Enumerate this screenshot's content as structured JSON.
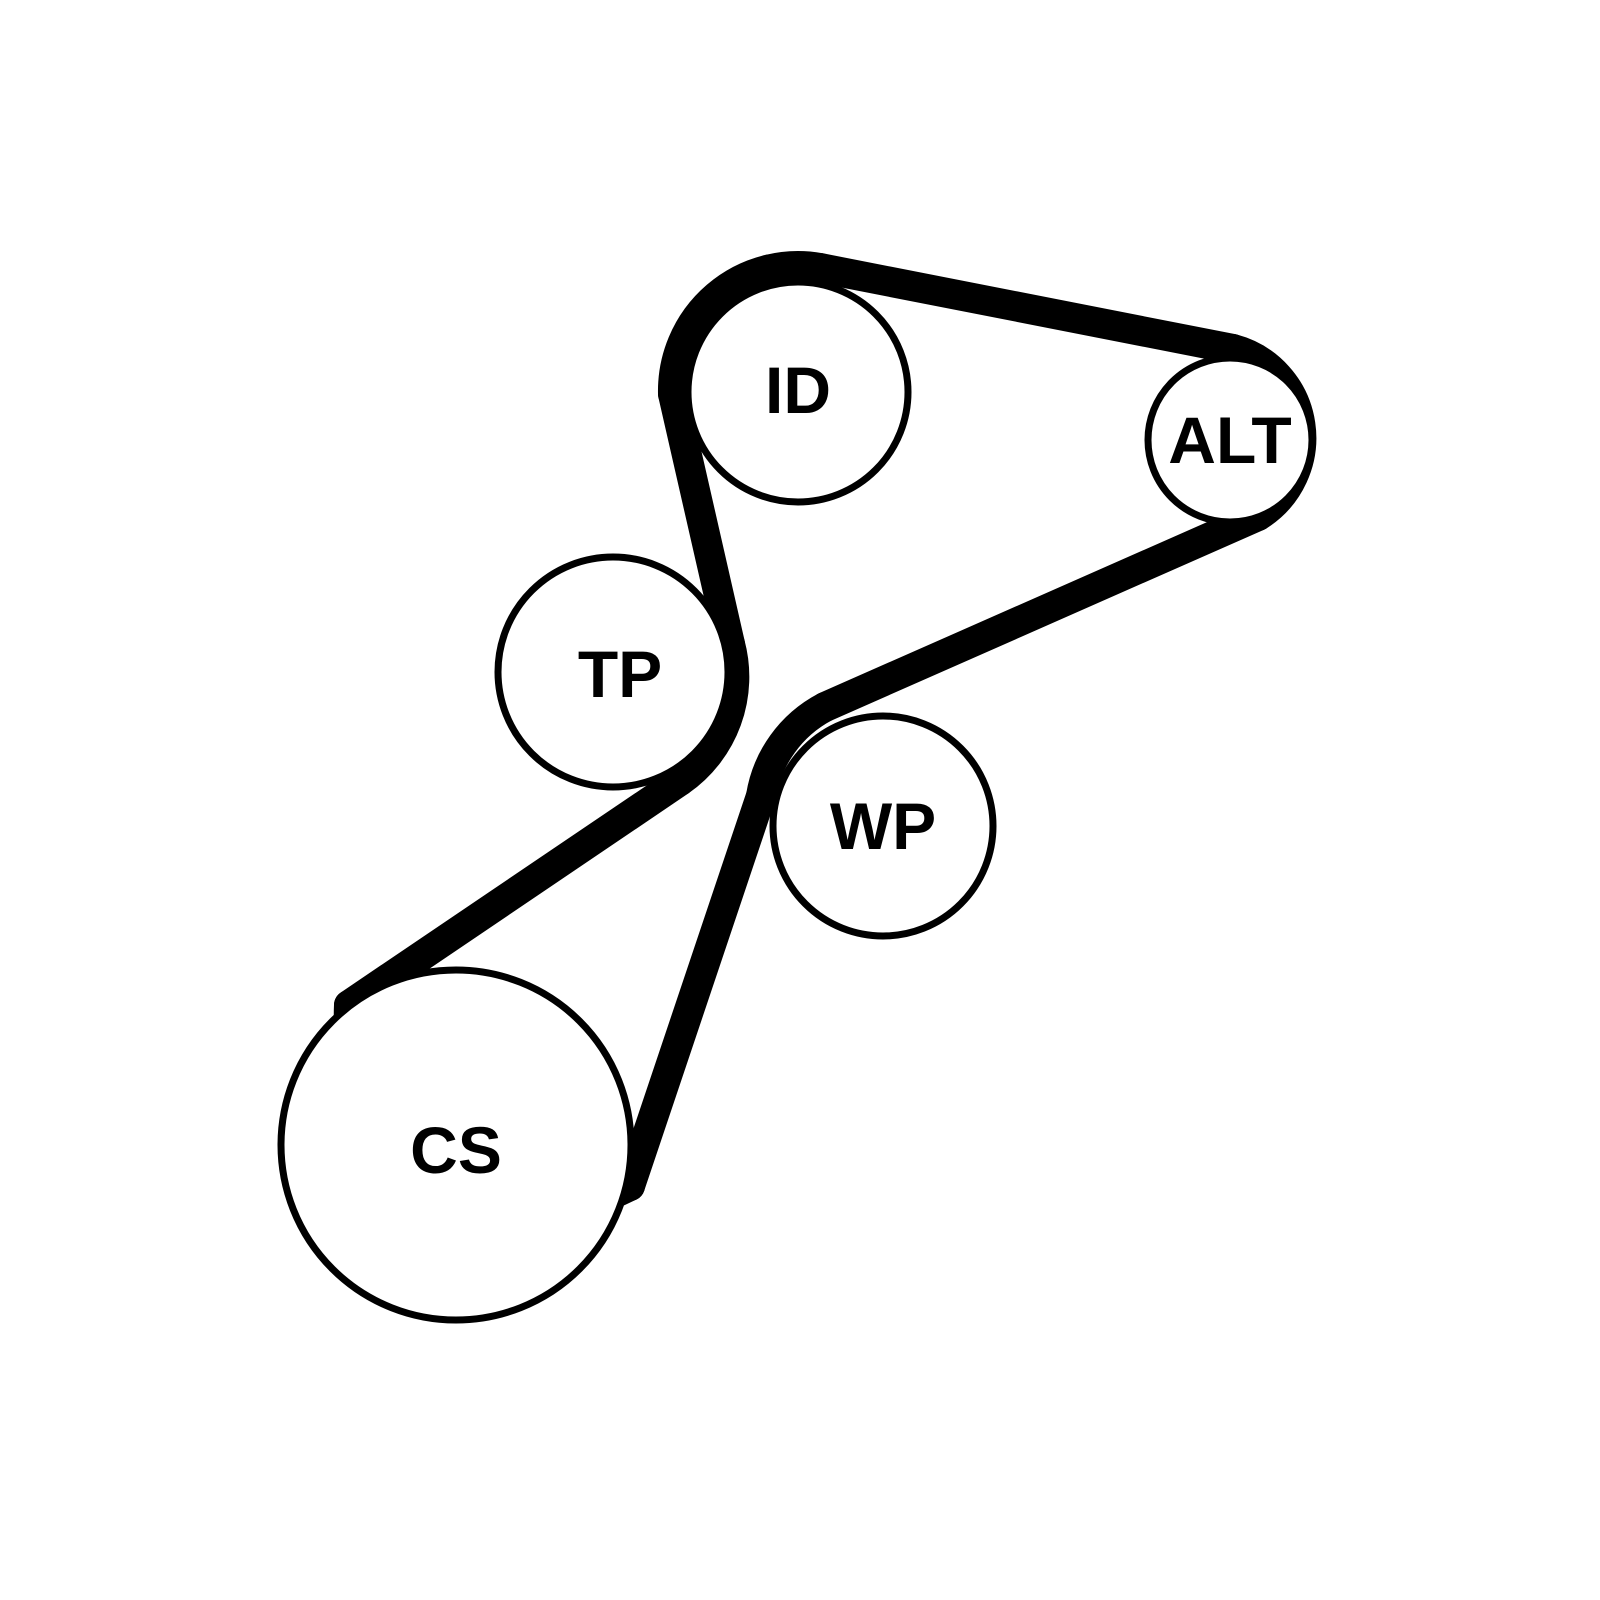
{
  "pulleys": {
    "id": {
      "label": "ID"
    },
    "alt": {
      "label": "ALT"
    },
    "tp": {
      "label": "TP"
    },
    "wp": {
      "label": "WP"
    },
    "cs": {
      "label": "CS"
    }
  },
  "colors": {
    "belt": "#000000",
    "pulley_stroke": "#000000",
    "background": "#ffffff"
  }
}
